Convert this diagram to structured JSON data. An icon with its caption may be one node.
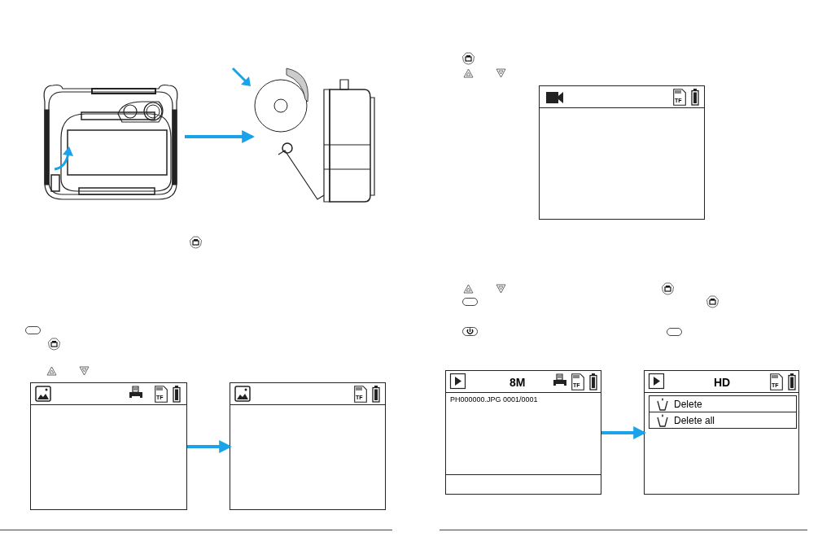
{
  "diagram": {
    "nodes": [
      {
        "text": [],
        "shape": "picture"
      },
      {
        "text": [],
        "shape": "picture"
      },
      {
        "text": [
          "TF"
        ]
      },
      {
        "text": [
          "TF"
        ]
      },
      {
        "text": [
          "TF"
        ]
      },
      {
        "text": [
          "8M",
          "TF",
          "PH000000.JPG 0001/0001"
        ]
      },
      {
        "text": [
          "HD",
          "TF"
        ]
      },
      {
        "text": [
          "Delete"
        ],
        "in": 6
      },
      {
        "text": [
          "Delete all"
        ],
        "in": 6
      }
    ],
    "edges": [
      {
        "from": 0,
        "to": 1,
        "arrow": "to"
      },
      {
        "from": 2,
        "to": 3,
        "arrow": "to"
      },
      {
        "from": 5,
        "to": 6,
        "arrow": "to"
      }
    ]
  }
}
